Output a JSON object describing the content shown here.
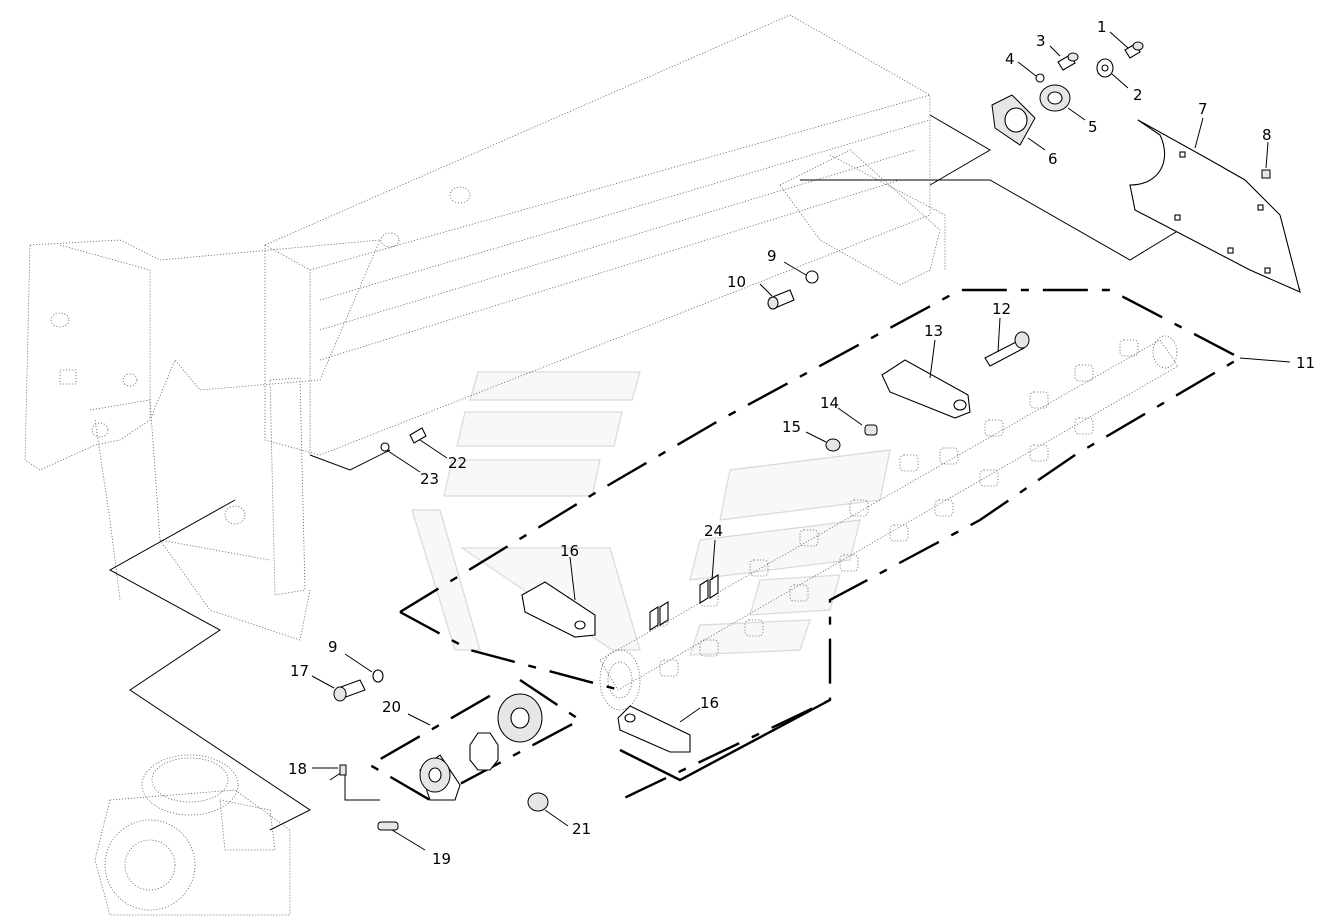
{
  "callouts": [
    "1",
    "2",
    "3",
    "4",
    "5",
    "6",
    "7",
    "8",
    "9",
    "10",
    "11",
    "12",
    "13",
    "14",
    "15",
    "16",
    "16",
    "17",
    "18",
    "19",
    "20",
    "21",
    "22",
    "23",
    "24",
    "9"
  ]
}
